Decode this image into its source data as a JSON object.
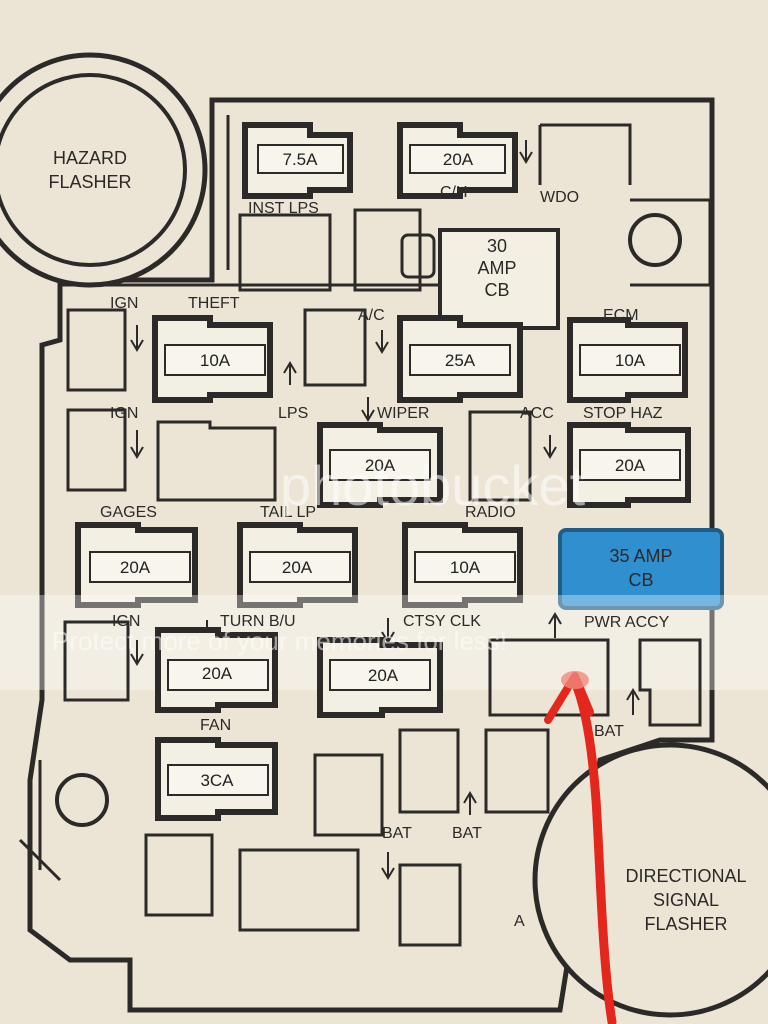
{
  "colors": {
    "paper": "#ece5d6",
    "ink": "#2b2a28",
    "cb_highlight": "#2f8fcf",
    "arrow": "#e4271c"
  },
  "labels": {
    "hazard_flasher_1": "HAZARD",
    "hazard_flasher_2": "FLASHER",
    "inst_lps": "INST LPS",
    "ch": "C/H",
    "wdo": "WDO",
    "cb30_1": "30",
    "cb30_2": "AMP",
    "cb30_3": "CB",
    "ign_1": "IGN",
    "theft": "THEFT",
    "ac": "A/C",
    "ecm": "ECM",
    "ign_2": "IGN",
    "lps": "LPS",
    "wiper": "WIPER",
    "acc": "ACC",
    "stop_haz": "STOP HAZ",
    "gages": "GAGES",
    "tail_lp": "TAIL LP",
    "radio": "RADIO",
    "ign_3": "IGN",
    "turn_bu": "TURN B/U",
    "ctsy_clk": "CTSY CLK",
    "pwr_accy": "PWR ACCY",
    "fan": "FAN",
    "bat_1": "BAT",
    "bat_2": "BAT",
    "bat_3": "BAT",
    "a": "A",
    "dir_1": "DIRECTIONAL",
    "dir_2": "SIGNAL",
    "dir_3": "FLASHER"
  },
  "fuses": {
    "inst_lps": "7.5A",
    "ch": "20A",
    "theft": "10A",
    "ac": "25A",
    "ecm": "10A",
    "wiper": "20A",
    "stop_haz": "20A",
    "gages": "20A",
    "tail_lp": "20A",
    "radio": "10A",
    "turn_bu": "20A",
    "ctsy_clk": "20A",
    "fan": "3CA"
  },
  "breaker": {
    "line1": "35 AMP",
    "line2": "CB"
  },
  "watermark": {
    "brand": "photobucket",
    "tagline": "Protect more of your memories for less!"
  }
}
